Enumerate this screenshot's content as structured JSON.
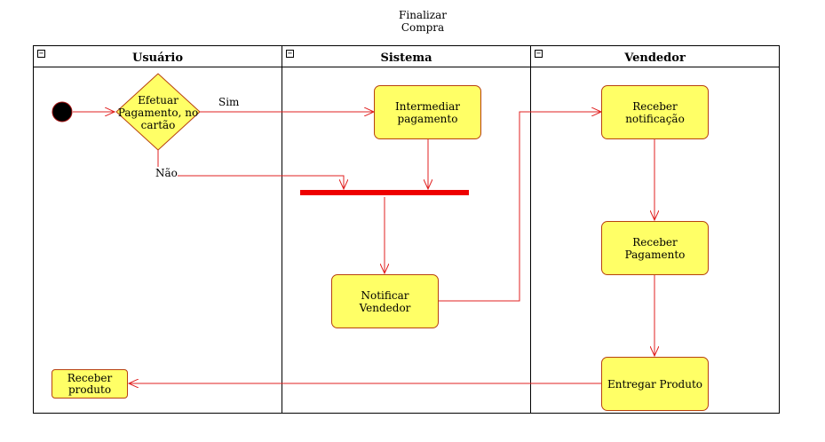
{
  "diagram": {
    "title_lines": [
      "Finalizar",
      "Compra"
    ],
    "lanes": [
      {
        "name": "Usuário"
      },
      {
        "name": "Sistema"
      },
      {
        "name": "Vendedor"
      }
    ],
    "lane_toggle": "−",
    "nodes": {
      "decision": [
        "Efetuar",
        "Pagamento, no",
        "cartão"
      ],
      "intermediar": [
        "Intermediar",
        "pagamento"
      ],
      "notificar": [
        "Notificar",
        "Vendedor"
      ],
      "receber_notificacao": [
        "Receber",
        "notificação"
      ],
      "receber_pagamento": [
        "Receber",
        "Pagamento"
      ],
      "entregar_produto": [
        "Entregar Produto"
      ],
      "receber_produto": [
        "Receber",
        "produto"
      ]
    },
    "edge_labels": {
      "sim": "Sim",
      "nao": "Não"
    },
    "colors": {
      "node_fill": "#ffff66",
      "node_border": "#b7410e",
      "edge": "#e02020",
      "fork_bar": "#ee0000",
      "start": "#000000"
    }
  }
}
